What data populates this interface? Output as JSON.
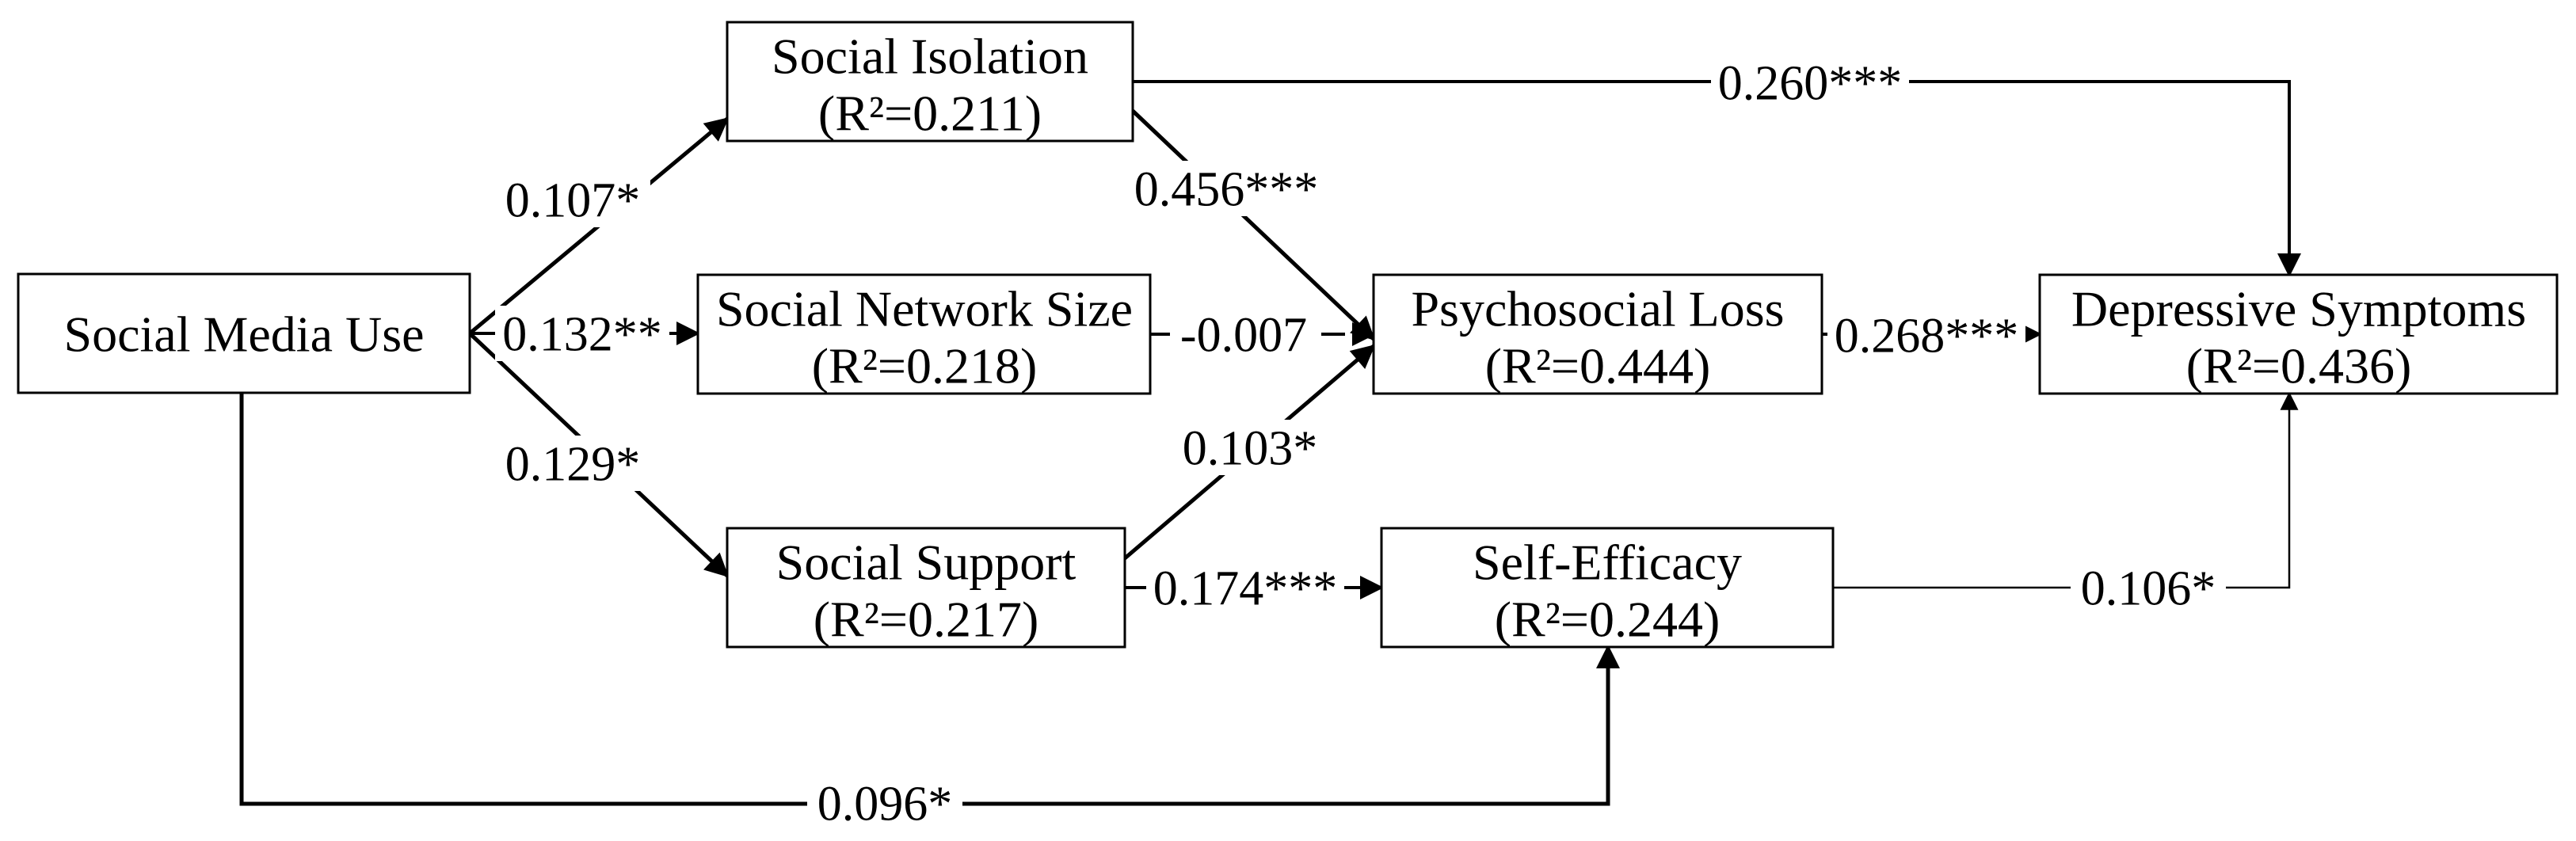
{
  "diagram": {
    "type": "structural-equation-model",
    "background": "#ffffff",
    "line_color": "#000000",
    "box_fill": "#ffffff",
    "nodes": [
      {
        "id": "social-media-use",
        "label": "Social Media Use"
      },
      {
        "id": "social-isolation",
        "label": "Social Isolation",
        "r2": "(R²=0.211)"
      },
      {
        "id": "social-network-size",
        "label": "Social Network Size",
        "r2": "(R²=0.218)"
      },
      {
        "id": "social-support",
        "label": "Social Support",
        "r2": "(R²=0.217)"
      },
      {
        "id": "psychosocial-loss",
        "label": "Psychosocial Loss",
        "r2": "(R²=0.444)"
      },
      {
        "id": "self-efficacy",
        "label": "Self-Efficacy",
        "r2": "(R²=0.244)"
      },
      {
        "id": "depressive-symptoms",
        "label": "Depressive Symptoms",
        "r2": "(R²=0.436)"
      }
    ],
    "paths": [
      {
        "from": "Social Media Use",
        "to": "Social Isolation",
        "coefficient": "0.107*",
        "style": "solid"
      },
      {
        "from": "Social Media Use",
        "to": "Social Network Size",
        "coefficient": "0.132**",
        "style": "solid"
      },
      {
        "from": "Social Media Use",
        "to": "Social Support",
        "coefficient": "0.129*",
        "style": "solid"
      },
      {
        "from": "Social Isolation",
        "to": "Depressive Symptoms",
        "coefficient": "0.260***",
        "style": "solid"
      },
      {
        "from": "Social Isolation",
        "to": "Psychosocial Loss",
        "coefficient": "0.456***",
        "style": "solid"
      },
      {
        "from": "Social Network Size",
        "to": "Psychosocial Loss",
        "coefficient": "-0.007",
        "style": "dashed"
      },
      {
        "from": "Social Support",
        "to": "Psychosocial Loss",
        "coefficient": "0.103*",
        "style": "solid"
      },
      {
        "from": "Social Support",
        "to": "Self-Efficacy",
        "coefficient": "0.174***",
        "style": "solid"
      },
      {
        "from": "Psychosocial Loss",
        "to": "Depressive Symptoms",
        "coefficient": "0.268***",
        "style": "solid"
      },
      {
        "from": "Self-Efficacy",
        "to": "Depressive Symptoms",
        "coefficient": "0.106*",
        "style": "solid"
      },
      {
        "from": "Social Media Use",
        "to": "Self-Efficacy",
        "coefficient": "0.096*",
        "style": "solid"
      }
    ]
  }
}
